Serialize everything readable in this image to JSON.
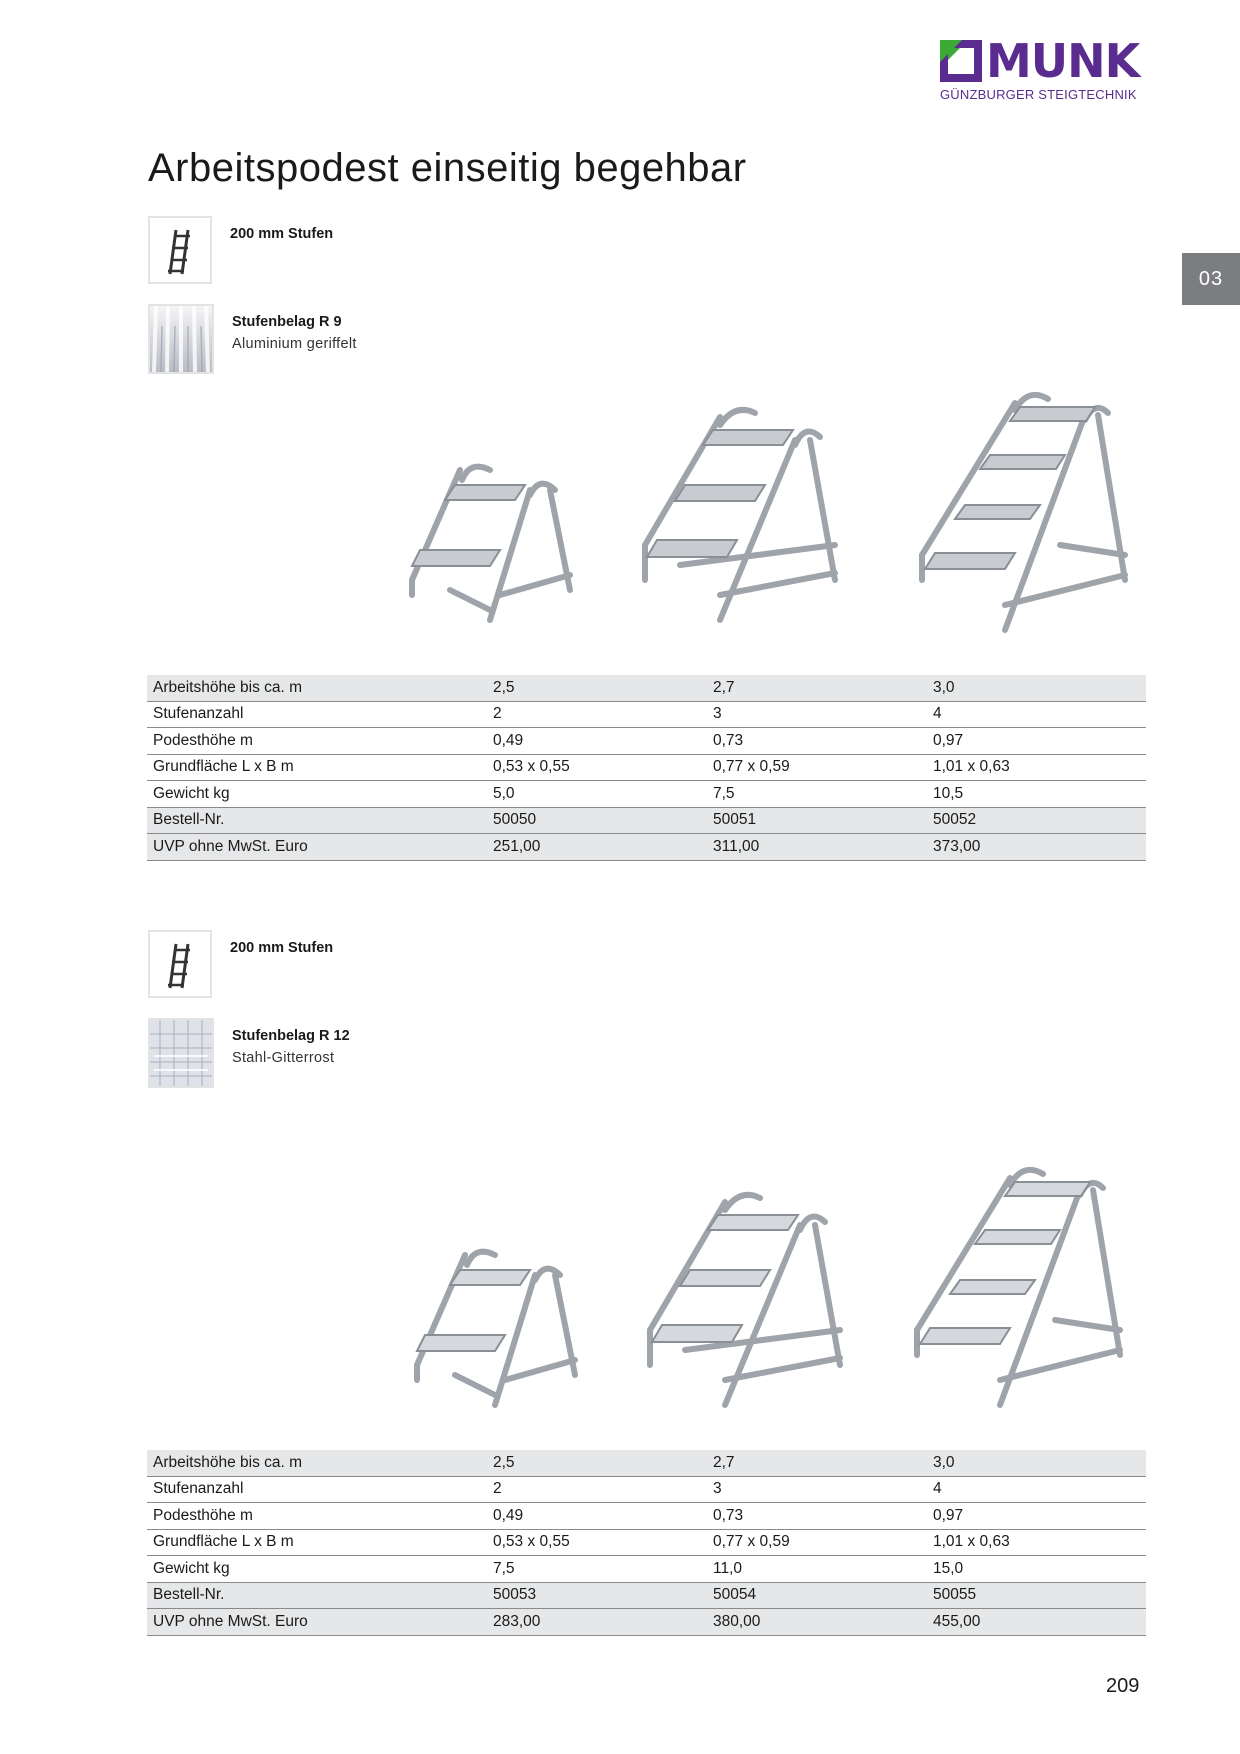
{
  "brand": {
    "name": "MUNK",
    "tagline": "GÜNZBURGER STEIGTECHNIK",
    "purple": "#5b2c8f",
    "green": "#3aa935"
  },
  "page_title": "Arbeitspodest einseitig begehbar",
  "chapter": "03",
  "page_number": "209",
  "sections": [
    {
      "step_feature": {
        "icon": "step-ladder-icon",
        "label": "200 mm Stufen"
      },
      "tread_feature": {
        "icon": "ribbed-aluminium-swatch",
        "label": "Stufenbelag R 9",
        "sub": "Aluminium geriffelt"
      },
      "table": {
        "rows": [
          [
            "Arbeitshöhe bis ca. m",
            "2,5",
            "2,7",
            "3,0"
          ],
          [
            "Stufenanzahl",
            "2",
            "3",
            "4"
          ],
          [
            "Podesthöhe m",
            "0,49",
            "0,73",
            "0,97"
          ],
          [
            "Grundfläche L x B m",
            "0,53 x 0,55",
            "0,77 x 0,59",
            "1,01 x 0,63"
          ],
          [
            "Gewicht kg",
            "5,0",
            "7,5",
            "10,5"
          ],
          [
            "Bestell-Nr.",
            "50050",
            "50051",
            "50052"
          ],
          [
            "UVP ohne MwSt. Euro",
            "251,00",
            "311,00",
            "373,00"
          ]
        ]
      }
    },
    {
      "step_feature": {
        "icon": "step-ladder-icon",
        "label": "200 mm Stufen"
      },
      "tread_feature": {
        "icon": "steel-grating-swatch",
        "label": "Stufenbelag R 12",
        "sub": "Stahl-Gitterrost"
      },
      "table": {
        "rows": [
          [
            "Arbeitshöhe bis ca. m",
            "2,5",
            "2,7",
            "3,0"
          ],
          [
            "Stufenanzahl",
            "2",
            "3",
            "4"
          ],
          [
            "Podesthöhe m",
            "0,49",
            "0,73",
            "0,97"
          ],
          [
            "Grundfläche L x B m",
            "0,53 x 0,55",
            "0,77 x 0,59",
            "1,01 x 0,63"
          ],
          [
            "Gewicht kg",
            "7,5",
            "11,0",
            "15,0"
          ],
          [
            "Bestell-Nr.",
            "50053",
            "50054",
            "50055"
          ],
          [
            "UVP ohne MwSt. Euro",
            "283,00",
            "380,00",
            "455,00"
          ]
        ]
      }
    }
  ]
}
